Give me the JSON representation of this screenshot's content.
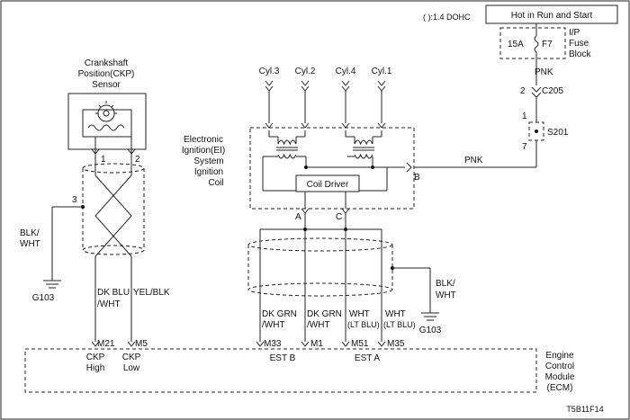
{
  "header": {
    "note": "( ):1.4 DOHC",
    "power_label": "Hot in Run and Start"
  },
  "fuse": {
    "rating": "15A",
    "name": "F7",
    "block_lines": [
      "I/P",
      "Fuse",
      "Block"
    ]
  },
  "wires": {
    "pnk_upper": "PNK",
    "pnk_lower": "PNK",
    "blk_wht_left": [
      "BLK/",
      "WHT"
    ],
    "blk_wht_right": [
      "BLK/",
      "WHT"
    ],
    "dk_blu_wht": [
      "DK BLU",
      "/WHT"
    ],
    "yel_blk": "YEL/BLK",
    "dk_grn_wht_1": [
      "DK GRN",
      "/WHT"
    ],
    "dk_grn_wht_2": [
      "DK GRN",
      "/WHT"
    ],
    "wht_lt_blu_1": [
      "WHT",
      "(LT BLU)"
    ],
    "wht_lt_blu_2": [
      "WHT",
      "(LT BLU)"
    ]
  },
  "connectors": {
    "c205_label": "C205",
    "c205_pin": "2",
    "s201_label": "S201",
    "s201_pin_top": "1",
    "s201_pin_bottom": "7"
  },
  "grounds": {
    "left": "G103",
    "right": "G103"
  },
  "ckp_sensor": {
    "title_lines": [
      "Crankshaft",
      "Position(CKP)",
      "Sensor"
    ],
    "pin1": "1",
    "pin2": "2",
    "pin3": "3"
  },
  "ignition": {
    "title_lines": [
      "Electronic",
      "Ignition(EI)",
      "System",
      "Ignition",
      "Coil"
    ],
    "coil_driver": "Coil Driver",
    "pin_a": "A",
    "pin_b": "B",
    "pin_c": "C",
    "cylinders": [
      "Cyl.3",
      "Cyl.2",
      "Cyl.4",
      "Cyl.1"
    ]
  },
  "ecm": {
    "pins": [
      "M21",
      "M5",
      "M33",
      "M1",
      "M51",
      "M35"
    ],
    "ckp_high": [
      "CKP",
      "High"
    ],
    "ckp_low": [
      "CKP",
      "Low"
    ],
    "est_b": "EST B",
    "est_a": "EST A",
    "title_lines": [
      "Engine",
      "Control",
      "Module",
      "(ECM)"
    ]
  },
  "figure_code": "T5B11F14"
}
